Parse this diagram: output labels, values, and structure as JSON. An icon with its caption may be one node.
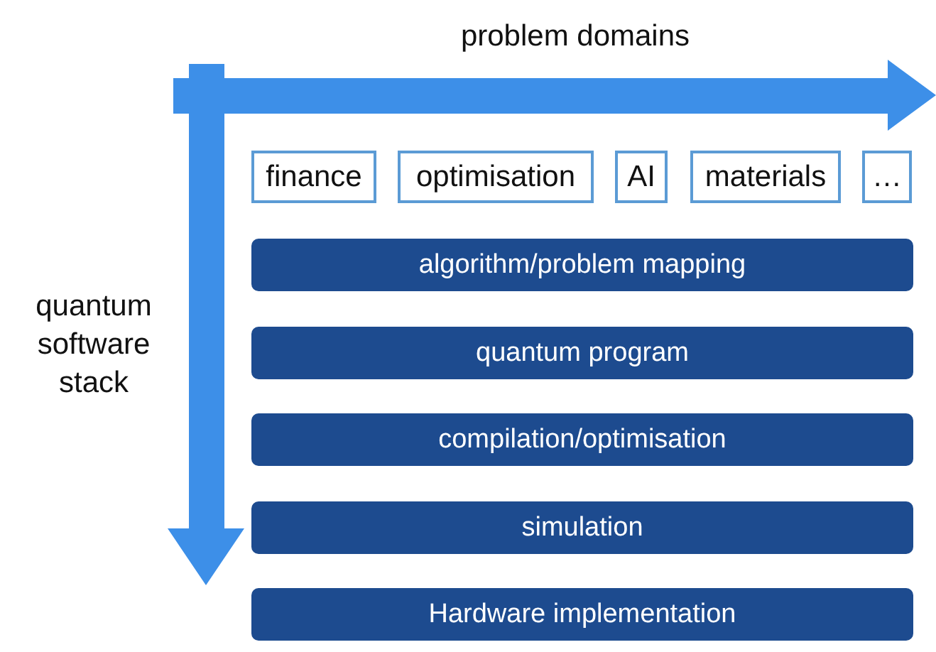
{
  "diagram": {
    "nodes": [
      {
        "text": [
          "finance"
        ]
      },
      {
        "text": [
          "optimisation"
        ]
      },
      {
        "text": [
          "AI"
        ]
      },
      {
        "text": [
          "materials"
        ]
      },
      {
        "text": [
          "…"
        ]
      },
      {
        "text": [
          "algorithm/problem mapping"
        ]
      },
      {
        "text": [
          "quantum program"
        ]
      },
      {
        "text": [
          "compilation/optimisation"
        ]
      },
      {
        "text": [
          "simulation"
        ]
      },
      {
        "text": [
          "Hardware implementation"
        ]
      }
    ],
    "labels": [
      "problem domains",
      "quantum software stack"
    ]
  }
}
